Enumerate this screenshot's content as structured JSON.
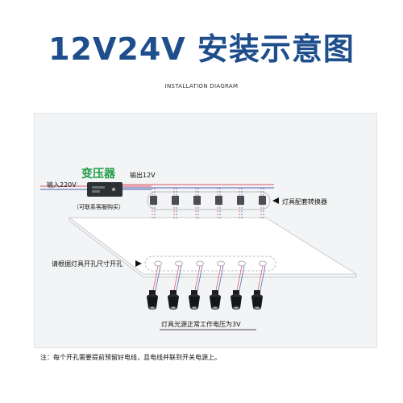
{
  "title": "12V24V 安装示意图",
  "subtitle": "INSTALLATION DIAGRAM",
  "labels": {
    "input": "输入220V",
    "transformer": "变压器",
    "output": "输出12V",
    "contact": "（可联系客服购买）",
    "converter": "灯具配套转换器",
    "cutout": "请根据灯具开孔尺寸开孔",
    "voltage": "灯具光源正常工作电压为3V"
  },
  "note": "注：每个开孔需要提前预留好电线，且电线并联到开关电源上。",
  "colors": {
    "title": "#1f4e8c",
    "transformer_label": "#1f9d46",
    "wire_red": "#d9536b",
    "wire_blue": "#4a5fb0"
  }
}
